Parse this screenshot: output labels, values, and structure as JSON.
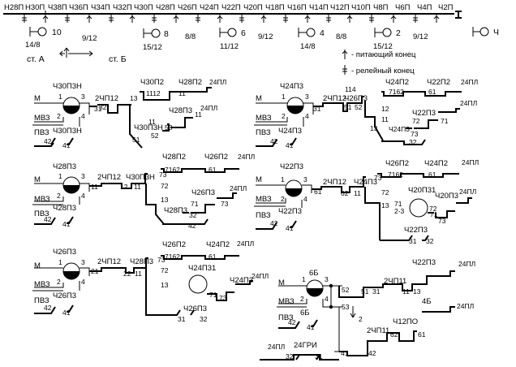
{
  "track_header": {
    "labels": [
      "Н28П",
      "Н30П",
      "Ч38П",
      "Ч36П",
      "Ч34П",
      "Ч32П",
      "Ч30П",
      "Ч28П",
      "Ч26П",
      "Ч24П",
      "Ч22П",
      "Ч20П",
      "Ч18П",
      "Ч16П",
      "Ч14П",
      "Ч12П",
      "Ч10П",
      "Ч8П",
      "Ч6П",
      "Ч4П",
      "Ч2П"
    ],
    "signals": [
      {
        "num": "10",
        "ratio": "14/8"
      },
      {
        "num": "8",
        "ratio": "15/12"
      },
      {
        "num": "6",
        "ratio": "11/12"
      },
      {
        "num": "4",
        "ratio": "14/8"
      },
      {
        "num": "2",
        "ratio": "15/12"
      },
      {
        "num": "Ч",
        "ratio": ""
      }
    ],
    "between_ratios": [
      "9/12",
      "8/8",
      "9/12",
      "8/8",
      "9/12"
    ],
    "station_a": "ст. А",
    "station_b": "ст. Б"
  },
  "legend": {
    "feed_end": "- питающий конец",
    "relay_end": "- релейный конец"
  },
  "circuits": [
    {
      "name": "Ч30П3Н",
      "left_labels": [
        "М",
        "МВЗ",
        "ПВЗ",
        "Ч30П3Н"
      ],
      "pins": [
        "1",
        "3",
        "2",
        "4",
        "42",
        "41",
        "31",
        "32",
        "13",
        "51",
        "11",
        "12",
        "52"
      ],
      "parts": [
        "2ЧП12",
        "Ч30П2",
        "Ч28П2",
        "1112",
        "11",
        "24ПЛ",
        "Ч28П3",
        "Ч30П3Н",
        "53"
      ]
    },
    {
      "name": "Ч24П3",
      "left_labels": [
        "М",
        "МВЗ",
        "ПВЗ",
        "Ч24П3"
      ],
      "pins": [
        "1",
        "3",
        "2",
        "4",
        "42",
        "41",
        "31",
        "51",
        "52",
        "114",
        "12",
        "11",
        "13",
        "72",
        "71",
        "73",
        "32"
      ],
      "parts": [
        "2ЧП12",
        "Ч26П3",
        "Ч24П2",
        "Ч22П2",
        "7162",
        "61",
        "24ПЛ",
        "Ч22П3",
        "Ч24П3"
      ]
    },
    {
      "name": "Ч28П3",
      "left_labels": [
        "М",
        "МВЗ",
        "ПВЗ",
        "Ч28П3"
      ],
      "pins": [
        "1",
        "3",
        "2",
        "4",
        "42",
        "41",
        "11",
        "12",
        "11",
        "73",
        "72",
        "13",
        "71",
        "73",
        "32"
      ],
      "parts": [
        "2ЧП12",
        "Ч30П3Н",
        "Ч28П2",
        "Ч26П2",
        "7162",
        "61",
        "24ПЛ",
        "Ч26П3",
        "Ч28П3"
      ]
    },
    {
      "name": "Ч22П3",
      "left_labels": [
        "М",
        "МВЗ",
        "ПВЗ",
        "Ч22П3"
      ],
      "pins": [
        "1",
        "3",
        "2",
        "4",
        "42",
        "41",
        "61",
        "62",
        "11",
        "73",
        "72",
        "13",
        "71",
        "72",
        "71",
        "73",
        "31",
        "32"
      ],
      "parts": [
        "2ЧП12",
        "Ч24П3",
        "Ч26П2",
        "Ч24П2",
        "7162",
        "61",
        "24ПЛ",
        "Ч20П31",
        "Ч20П3",
        "2-3",
        "Ч22П3"
      ]
    },
    {
      "name": "Ч26П3",
      "left_labels": [
        "М",
        "МВЗ",
        "ПВЗ",
        "Ч26П3"
      ],
      "pins": [
        "1",
        "3",
        "2",
        "4",
        "42",
        "41",
        "21",
        "22",
        "11",
        "73",
        "72",
        "13",
        "71",
        "73",
        "31",
        "32"
      ],
      "parts": [
        "2ЧП12",
        "Ч28П3",
        "Ч26П2",
        "Ч24П2",
        "7162",
        "61",
        "24ПЛ",
        "Ч24П31",
        "Ч24П3",
        "Ч26П3"
      ]
    },
    {
      "name": "6Б",
      "left_labels": [
        "М",
        "МВЗ",
        "ПВЗ",
        "6Б",
        "24ПЛ",
        "24ГРИ"
      ],
      "pins": [
        "1",
        "3",
        "2",
        "4",
        "42",
        "41",
        "52",
        "53",
        "51",
        "31",
        "11",
        "13",
        "2",
        "41",
        "42",
        "62",
        "61",
        "32",
        "31"
      ],
      "parts": [
        "2ЧП11",
        "Ч22П3",
        "24ПЛ",
        "4Б",
        "24ПЛ",
        "2ЧП11",
        "Ч12ПО"
      ]
    }
  ]
}
